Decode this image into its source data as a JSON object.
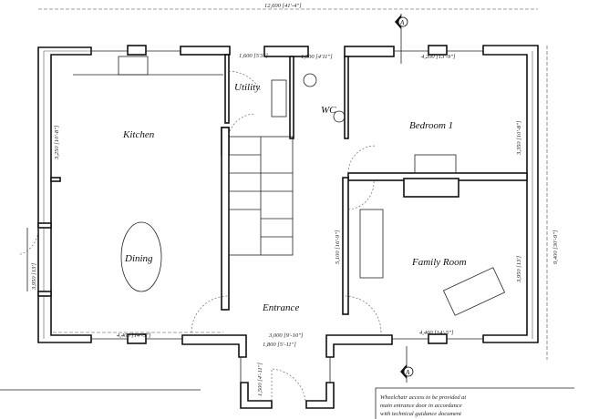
{
  "rooms": {
    "kitchen": "Kitchen",
    "utility": "Utility",
    "wc": "WC",
    "bedroom": "Bedroom 1",
    "dining": "Dining",
    "family": "Family Room",
    "entrance": "Entrance"
  },
  "dimensions": {
    "overall_width": "12,600 [41'-4\"]",
    "utility_width": "1,600 [5'3\"]",
    "wc_width": "1,500 [4'11\"]",
    "bedroom_width": "4,200 [13'-9\"]",
    "kitchen_height": "3,250 [10'-8\"]",
    "bedroom_height": "3,350 [10'-8\"]",
    "entrance_height": "5,100 [16'-9\"]",
    "dining_height": "3,950 [13']",
    "family_height": "3,950 [13']",
    "overall_depth": "9,400 [30'-9\"]",
    "dining_width": "4,400 [14'-5\"]",
    "entrance_width": "3,000 [9'-10\"]",
    "porch_width": "1,800 [5'-11\"]",
    "family_width": "4,400 [14'-5\"]",
    "porch_depth": "1,500 [4'-11\"]"
  },
  "section_marker": "A",
  "note": [
    "Wheelchair access to be provided at",
    "main entrance door in accordance",
    "with technical guidance document"
  ]
}
